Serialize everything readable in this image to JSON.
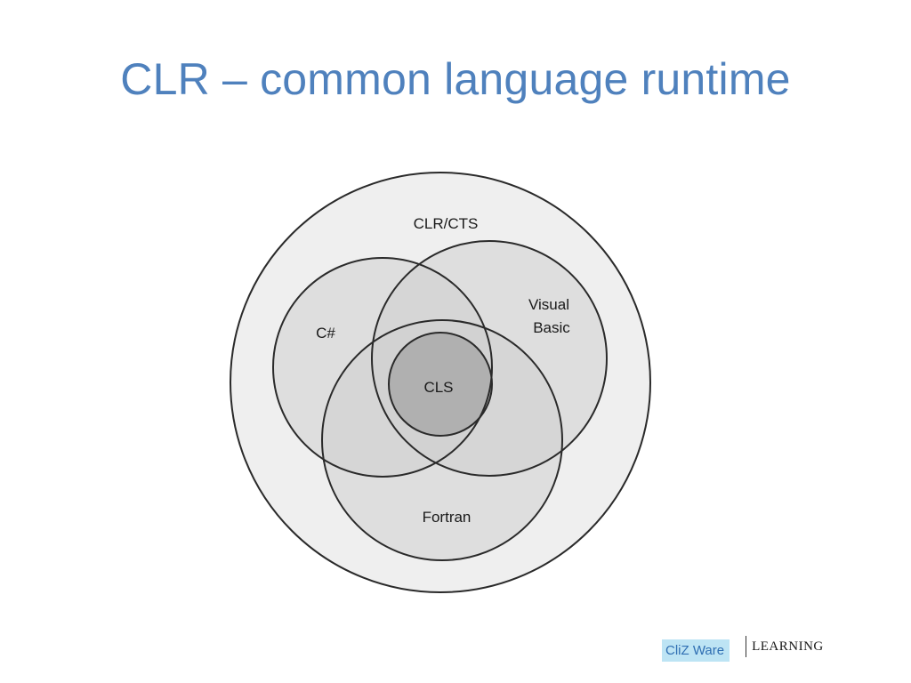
{
  "slide": {
    "title": "CLR – common language runtime"
  },
  "diagram": {
    "labels": {
      "outer": "CLR/CTS",
      "csharp": "C#",
      "vb_line1": "Visual",
      "vb_line2": "Basic",
      "core": "CLS",
      "fortran": "Fortran"
    },
    "colors": {
      "outer_fill": "#efefef",
      "language_fill": "#cfcfcf",
      "core_fill": "#a8a8a8",
      "stroke": "#2a2a2a"
    }
  },
  "footer": {
    "brand": "CliZ Ware",
    "tagline": "LEARNING"
  }
}
